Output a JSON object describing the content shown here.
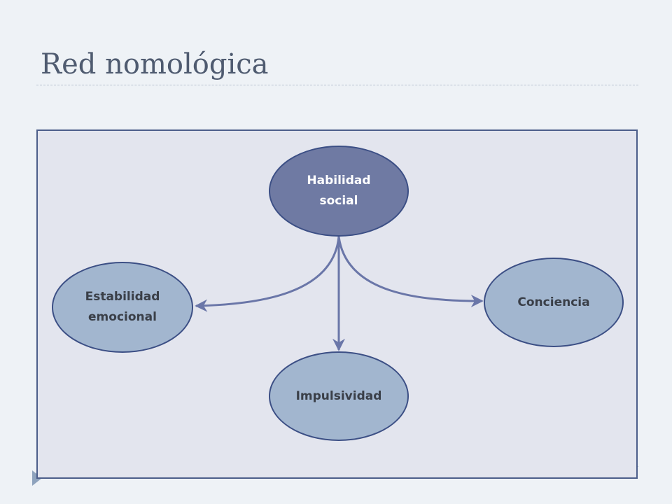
{
  "slide": {
    "title": "Red nomológica"
  },
  "diagram": {
    "hub": {
      "label_line1": "Habilidad",
      "label_line2": "social"
    },
    "nodes": {
      "estabilidad": {
        "label_line1": "Estabilidad",
        "label_line2": "emocional"
      },
      "conciencia": {
        "label": "Conciencia"
      },
      "impulsividad": {
        "label": "Impulsividad"
      }
    },
    "edges": [
      {
        "from": "hub",
        "to": "estabilidad"
      },
      {
        "from": "hub",
        "to": "impulsividad"
      },
      {
        "from": "hub",
        "to": "conciencia"
      }
    ]
  },
  "colors": {
    "background": "#eef2f6",
    "frame_fill": "#e3e5ee",
    "frame_border": "#4c5e8a",
    "hub_fill": "#6f7aa3",
    "leaf_fill": "#a2b6cf",
    "arrow": "#6a76a8",
    "title_text": "#4f5b70"
  }
}
